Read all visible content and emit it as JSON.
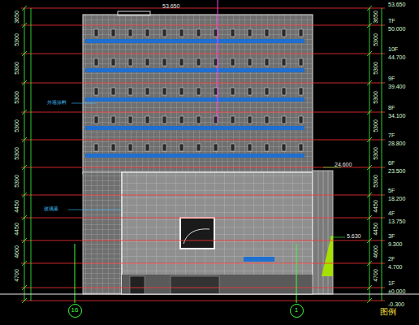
{
  "diagram": {
    "nodes": [
      {
        "text": [
          "16"
        ]
      },
      {
        "text": [
          "1"
        ]
      }
    ],
    "labels": [
      "53.650",
      "外墙涂料",
      "玻璃幕",
      "24.600",
      "5.630",
      "图例",
      "53.650",
      "TF",
      "50.000",
      "10F",
      "44.700",
      "9F",
      "39.400",
      "8F",
      "34.100",
      "7F",
      "28.800",
      "6F",
      "23.500",
      "5F",
      "18.200",
      "4F",
      "13.750",
      "3F",
      "9.300",
      "2F",
      "4.700",
      "1F",
      "±0.000",
      "-0.300",
      "3650",
      "5300",
      "5300",
      "5300",
      "5300",
      "5300",
      "5300",
      "4450",
      "4450",
      "4600",
      "4700",
      "3650",
      "5300",
      "5300",
      "5300",
      "5300",
      "5300",
      "5300",
      "4450",
      "4450",
      "4600",
      "4700"
    ]
  }
}
